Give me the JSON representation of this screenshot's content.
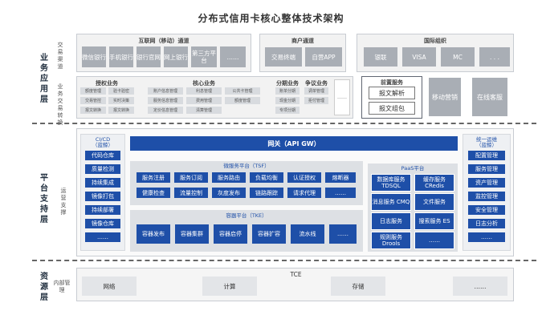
{
  "title": "分布式信用卡核心整体技术架构",
  "layers": {
    "business": {
      "label": "业务应用层",
      "sub_channel": "交易渠道",
      "sub_forward": "业务交易转换"
    },
    "platform": {
      "label": "平台支持层",
      "sub": "运营支撑"
    },
    "resource": {
      "label": "资源层",
      "sub": "内部管理"
    }
  },
  "channels": {
    "internet": {
      "title": "互联网（移动）通道",
      "items": [
        "微信银行",
        "手机银行",
        "银行官网",
        "网上银行",
        "第三方平台",
        "……"
      ]
    },
    "merchant": {
      "title": "商户通道",
      "items": [
        "交易终端",
        "自营APP"
      ]
    },
    "intl": {
      "title": "国际组织",
      "items": [
        "银联",
        "VISA",
        "MC",
        ". . ."
      ]
    }
  },
  "business_modules": {
    "auth": {
      "title": "授权业务",
      "items": [
        "额度管理",
        "验卡验密",
        "交易管控",
        "实时决策",
        "报文转换",
        "报文转换"
      ]
    },
    "core": {
      "title": "核心业务",
      "items": [
        "账户信息管理",
        "利息管理",
        "公共卡管理",
        "服务信息管理",
        "费用管理",
        "额度管理",
        "定价信息管理",
        "清算管理"
      ]
    },
    "installment": {
      "title": "分期业务",
      "items": [
        "账单分期",
        "现金分期",
        "专项分期"
      ]
    },
    "dispute": {
      "title": "争议业务",
      "items": [
        "调单管理",
        "拒付管理"
      ]
    },
    "ellipsis": "……",
    "front": {
      "title": "前置服务",
      "items": [
        "报文解析",
        "报文组包"
      ]
    },
    "mobile": "移动营销",
    "online": "在线客服"
  },
  "cicd": {
    "title": "CI/CD",
    "subtitle": "（蓝鲸）",
    "items": [
      "代码仓库",
      "质量检测",
      "持续集成",
      "镜像打包",
      "持续部署",
      "镜像仓库",
      "……"
    ]
  },
  "ops": {
    "title": "统一运维",
    "subtitle": "（蓝鲸）",
    "items": [
      "配置管理",
      "服务管理",
      "资产管理",
      "监控管理",
      "安全管理",
      "日志分析",
      "……"
    ]
  },
  "gateway": "网关（API GW）",
  "tsf": {
    "title": "微服务平台（TSF）",
    "items": [
      "服务注册",
      "服务订阅",
      "服务路由",
      "负载均衡",
      "认证授权",
      "熔断器",
      "健康检查",
      "流量控制",
      "灰度发布",
      "链路跟踪",
      "请求代理",
      "……"
    ]
  },
  "paas": {
    "title": "PaaS平台",
    "items": [
      "数据库服务 TDSQL",
      "缓存服务 CRedis",
      "消息服务 CMQ",
      "文件服务",
      "日志服务",
      "搜索服务 ES",
      "规则服务 Drools",
      "……"
    ]
  },
  "tke": {
    "title": "容器平台（TKE）",
    "items": [
      "容器发布",
      "容器集群",
      "容器启停",
      "容器扩容",
      "流水线",
      "……"
    ]
  },
  "tce": {
    "title": "TCE",
    "items": [
      "网络",
      "计算",
      "存储",
      "……"
    ]
  }
}
